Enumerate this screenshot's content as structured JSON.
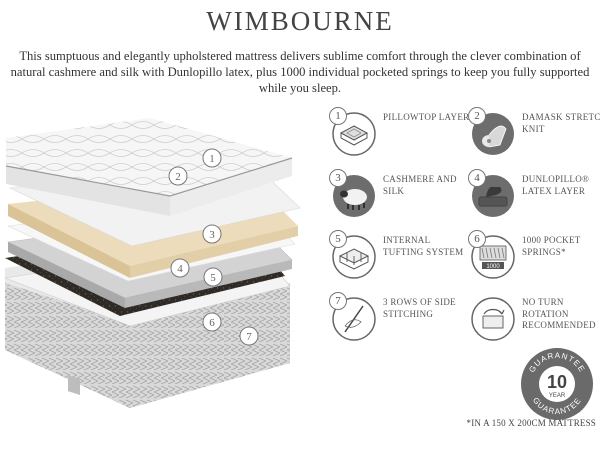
{
  "header": {
    "title": "WIMBOURNE",
    "description": "This sumptuous and elegantly upholstered mattress delivers sublime comfort through the clever combination of natural cashmere and silk with Dunlopillo latex, plus 1000 individual pocketed springs to keep you fully supported while you sleep."
  },
  "layers": [
    {
      "num": "1"
    },
    {
      "num": "2"
    },
    {
      "num": "3"
    },
    {
      "num": "4"
    },
    {
      "num": "5"
    },
    {
      "num": "6"
    },
    {
      "num": "7"
    }
  ],
  "features": [
    {
      "num": "1",
      "label": "PILLOWTOP LAYER",
      "icon": "pillowtop-icon"
    },
    {
      "num": "2",
      "label": "DAMASK STRETCH KNIT",
      "icon": "fabric-roll-icon"
    },
    {
      "num": "3",
      "label": "CASHMERE AND SILK",
      "icon": "sheep-icon"
    },
    {
      "num": "4",
      "label": "DUNLOPILLO® LATEX LAYER",
      "icon": "latex-hand-icon"
    },
    {
      "num": "5",
      "label": "INTERNAL TUFTING SYSTEM",
      "icon": "tufting-icon"
    },
    {
      "num": "6",
      "label": "1000 POCKET SPRINGS*",
      "icon": "springs-icon"
    },
    {
      "num": "7",
      "label": "3 ROWS OF SIDE STITCHING",
      "icon": "needle-icon"
    },
    {
      "num": "",
      "label": "NO TURN ROTATION RECOMMENDED",
      "icon": "rotate-mattress-icon"
    }
  ],
  "guarantee": {
    "top": "GUARANTEE",
    "bottom": "GUARANTEE",
    "years": "10",
    "unit": "YEAR"
  },
  "footnote": "*IN A 150 X 200CM MATTRESS",
  "colors": {
    "text": "#444444",
    "icon_bg": "#6d6d6d",
    "latex": "#e8d6b3",
    "accent_grey": "#8a8a8a"
  }
}
